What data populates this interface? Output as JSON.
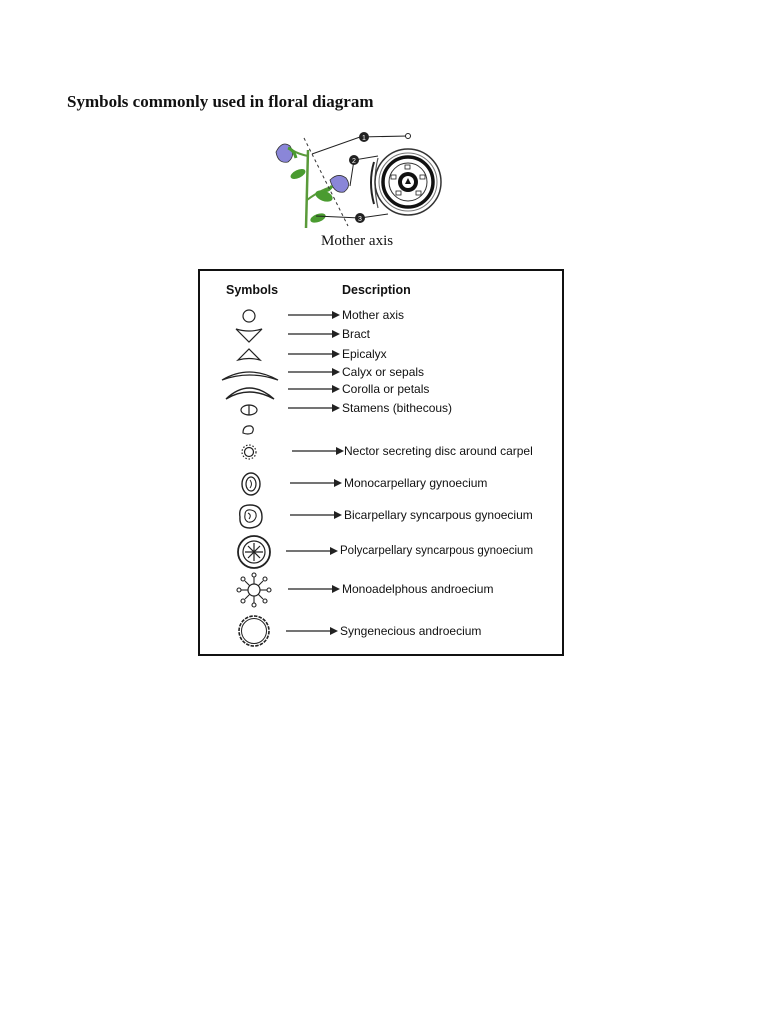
{
  "heading": "Symbols commonly used in floral diagram",
  "figure": {
    "markers": [
      "1",
      "2",
      "3"
    ],
    "caption": "Mother axis"
  },
  "table": {
    "header_symbols": "Symbols",
    "header_description": "Description",
    "rows": [
      {
        "symbol": "mother-axis-circle-icon",
        "label": "Mother axis"
      },
      {
        "symbol": "bract-icon",
        "label": "Bract"
      },
      {
        "symbol": "epicalyx-icon",
        "label": "Epicalyx"
      },
      {
        "symbol": "calyx-icon",
        "label": "Calyx or sepals"
      },
      {
        "symbol": "corolla-icon",
        "label": "Corolla or petals"
      },
      {
        "symbol": "stamen-bithecous-icon",
        "label": "Stamens (bithecous)"
      },
      {
        "symbol": "stamen-monothecous-icon",
        "label": ""
      },
      {
        "symbol": "nectar-disc-icon",
        "label": "Nector secreting disc around carpel"
      },
      {
        "symbol": "monocarpellary-icon",
        "label": "Monocarpellary gynoecium"
      },
      {
        "symbol": "bicarpellary-icon",
        "label": "Bicarpellary syncarpous gynoecium"
      },
      {
        "symbol": "polycarpellary-icon",
        "label": "Polycarpellary syncarpous gynoecium"
      },
      {
        "symbol": "monoadelphous-icon",
        "label": "Monoadelphous androecium"
      },
      {
        "symbol": "syngenecious-icon",
        "label": "Syngenecious androecium"
      }
    ]
  }
}
